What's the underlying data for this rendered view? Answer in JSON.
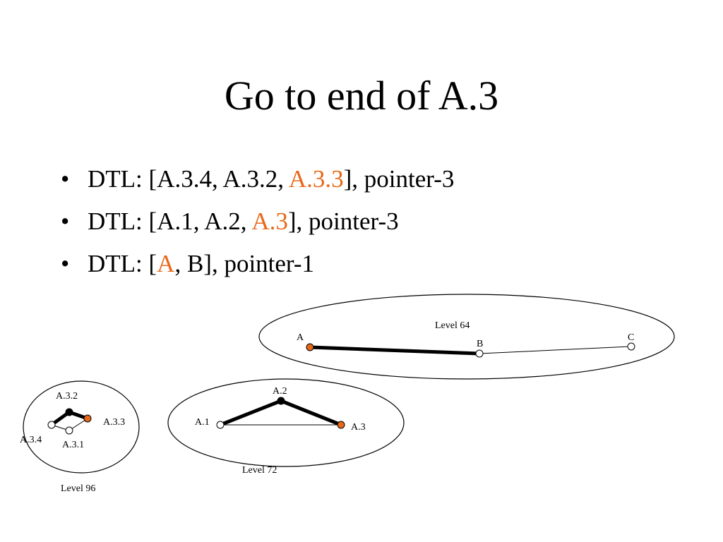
{
  "slide": {
    "title": "Go to end of A.3"
  },
  "bullets": [
    {
      "symbol": "•",
      "prefix": "DTL: [",
      "plain": "A.3.4, A.3.2, ",
      "highlight": "A.3.3",
      "suffix": "], pointer-3"
    },
    {
      "symbol": "•",
      "prefix": "DTL: [",
      "plain": "A.1, A.2, ",
      "highlight": "A.3",
      "suffix": "], pointer-3"
    },
    {
      "symbol": "•",
      "prefix": "DTL: [",
      "plain": "",
      "highlight": "A",
      "suffix": ", B], pointer-1"
    }
  ],
  "diagram": {
    "level64": {
      "label": "Level 64",
      "nodes": {
        "a": "A",
        "b": "B",
        "c": "C"
      }
    },
    "level72": {
      "label": "Level 72",
      "nodes": {
        "a1": "A.1",
        "a2": "A.2",
        "a3": "A.3"
      }
    },
    "level96": {
      "label": "Level 96",
      "nodes": {
        "a31": "A.3.1",
        "a32": "A.3.2",
        "a33": "A.3.3",
        "a34": "A.3.4"
      }
    },
    "colors": {
      "highlight": "#e8681a",
      "visited": "#000000",
      "unvisited": "#ffffff",
      "stroke": "#000000"
    }
  }
}
